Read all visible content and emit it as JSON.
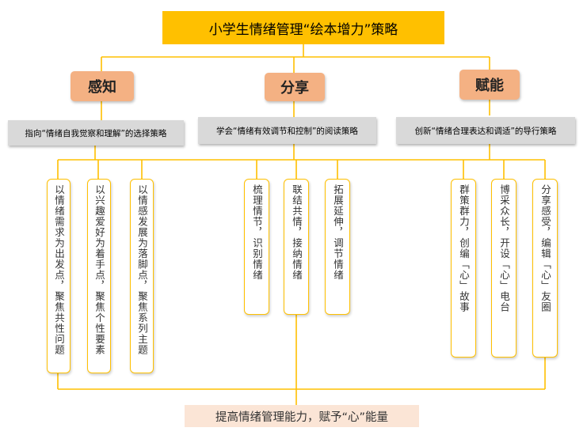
{
  "title": "小学生情绪管理“绘本增力”策略",
  "categories": [
    {
      "name": "感知",
      "strategy": "指向“情绪自我觉察和理解”的选择策略",
      "items": [
        "以情绪需求为出发点，聚焦共性问题",
        "以兴趣爱好为着手点，聚焦个性要素",
        "以情感发展为落脚点，聚焦系列主题"
      ]
    },
    {
      "name": "分享",
      "strategy": "学会“情绪有效调节和控制”的阅读策略",
      "items": [
        "梳理情节，识别情绪",
        "联结共情，接纳情绪",
        "拓展延伸，调节情绪"
      ]
    },
    {
      "name": "赋能",
      "strategy": "创新“情绪合理表达和调适”的导行策略",
      "items": [
        "群策群力，创编「心」故事",
        "博采众长，开设「心」电台",
        "分享感受，编辑「心」友圈"
      ]
    }
  ],
  "goal": "提高情绪管理能力，赋予“心”能量",
  "colors": {
    "title_bg": "#ffc000",
    "category_bg": "#f4b183",
    "strategy_bg": "#d9d9d9",
    "line": "#ffc000",
    "goal_bg": "#fbe5d6"
  }
}
